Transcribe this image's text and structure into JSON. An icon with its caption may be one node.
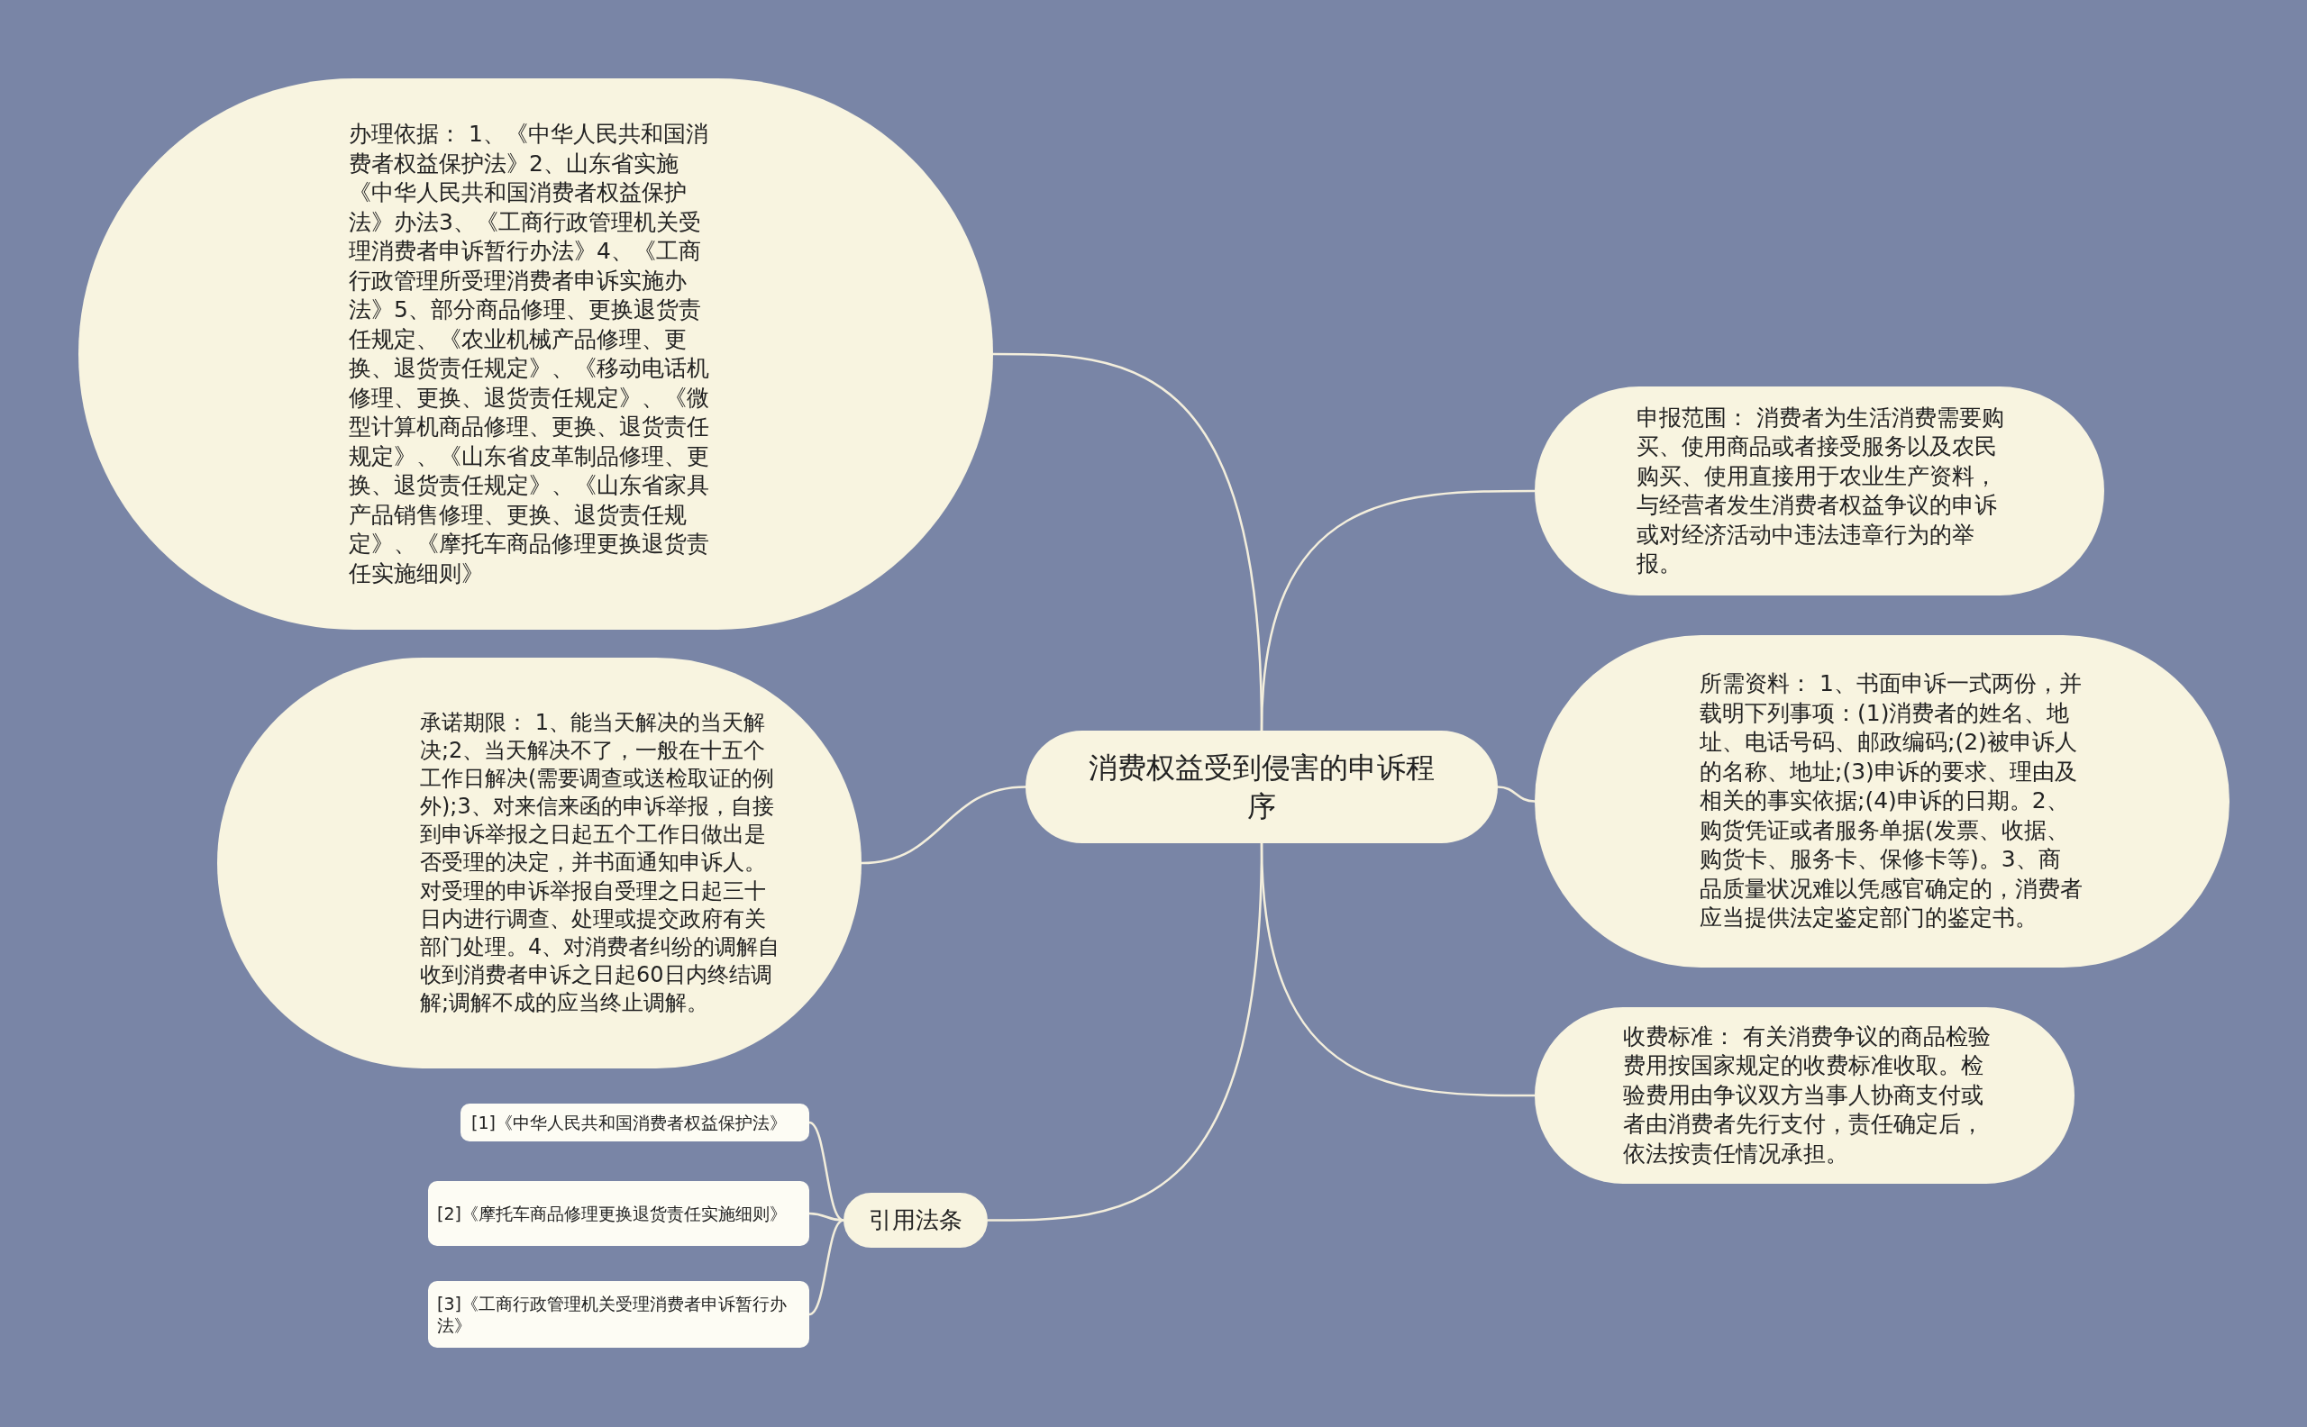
{
  "diagram": {
    "nodes": [
      {
        "text": [
          "消费权益受到侵害的申诉程序"
        ]
      },
      {
        "text": [
          "办理依据： 1、《中华人民共和国消费者权益保护法》2、山东省实施《中华人民共和国消费者权益保护法》办法3、《工商行政管理机关受理消费者申诉暂行办法》4、《工商行政管理所受理消费者申诉实施办法》5、部分商品修理、更换退货责任规定、《农业机械产品修理、更换、退货责任规定》、《移动电话机修理、更换、退货责任规定》、《微型计算机商品修理、更换、退货责任规定》、《山东省皮革制品修理、更换、退货责任规定》、《山东省家具产品销售修理、更换、退货责任规定》、《摩托车商品修理更换退货责任实施细则》"
        ]
      },
      {
        "text": [
          "承诺期限： 1、能当天解决的当天解决;2、当天解决不了，一般在十五个工作日解决(需要调查或送检取证的例外);3、对来信来函的申诉举报，自接到申诉举报之日起五个工作日做出是否受理的决定，并书面通知申诉人。对受理的申诉举报自受理之日起三十日内进行调查、处理或提交政府有关部门处理。4、对消费者纠纷的调解自收到消费者申诉之日起60日内终结调解;调解不成的应当终止调解。"
        ]
      },
      {
        "text": [
          "引用法条"
        ]
      },
      {
        "text": [
          "[1]《中华人民共和国消费者权益保护法》"
        ]
      },
      {
        "text": [
          "[2]《摩托车商品修理更换退货责任实施细则》"
        ]
      },
      {
        "text": [
          "[3]《工商行政管理机关受理消费者申诉暂行办法》"
        ]
      },
      {
        "text": [
          "申报范围： 消费者为生活消费需要购买、使用商品或者接受服务以及农民购买、使用直接用于农业生产资料，与经营者发生消费者权益争议的申诉或对经济活动中违法违章行为的举报。"
        ]
      },
      {
        "text": [
          "所需资料： 1、书面申诉一式两份，并载明下列事项：(1)消费者的姓名、地址、电话号码、邮政编码;(2)被申诉人的名称、地址;(3)申诉的要求、理由及相关的事实依据;(4)申诉的日期。2、购货凭证或者服务单据(发票、收据、购货卡、服务卡、保修卡等)。3、商品质量状况难以凭感官确定的，消费者应当提供法定鉴定部门的鉴定书。"
        ]
      },
      {
        "text": [
          "收费标准： 有关消费争议的商品检验费用按国家规定的收费标准收取。检验费用由争议双方当事人协商支付或者由消费者先行支付，责任确定后，依法按责任情况承担。"
        ]
      }
    ],
    "edges": [
      {
        "from": 0,
        "to": 1,
        "arrow": "none"
      },
      {
        "from": 0,
        "to": 2,
        "arrow": "none"
      },
      {
        "from": 0,
        "to": 3,
        "arrow": "none"
      },
      {
        "from": 3,
        "to": 4,
        "arrow": "none"
      },
      {
        "from": 3,
        "to": 5,
        "arrow": "none"
      },
      {
        "from": 3,
        "to": 6,
        "arrow": "none"
      },
      {
        "from": 0,
        "to": 7,
        "arrow": "none"
      },
      {
        "from": 0,
        "to": 8,
        "arrow": "none"
      },
      {
        "from": 0,
        "to": 9,
        "arrow": "none"
      }
    ]
  }
}
